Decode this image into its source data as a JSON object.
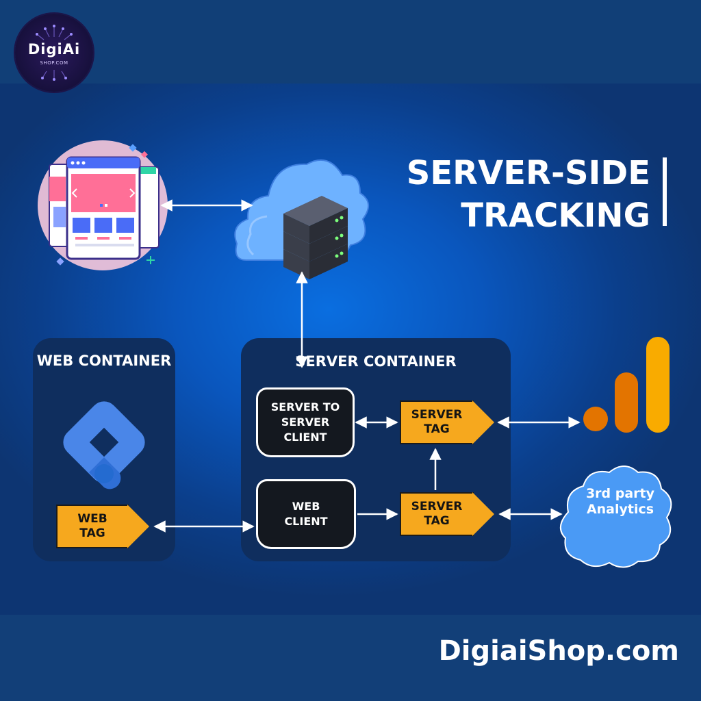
{
  "brand": {
    "logo_name": "DigiAi",
    "logo_sub": "SHOP.COM",
    "footer": "DigiaiShop.com"
  },
  "title": {
    "line1": "SERVER-SIDE",
    "line2": "TRACKING"
  },
  "web_container": {
    "title": "WEB CONTAINER",
    "tag": "WEB TAG"
  },
  "server_container": {
    "title": "SERVER CONTAINER",
    "s2s_client": "SERVER TO SERVER CLIENT",
    "web_client": "WEB CLIENT",
    "server_tag_top": "SERVER TAG",
    "server_tag_bottom": "SERVER TAG"
  },
  "third_party": {
    "label": "3rd party Analytics"
  },
  "icons": [
    "website-mockup-icon",
    "cloud-server-icon",
    "google-tag-manager-icon",
    "google-analytics-icon",
    "cloud-icon"
  ],
  "colors": {
    "accent_orange": "#f6a81e",
    "panel": "#0f2e5e",
    "client": "#14181f",
    "gtm_blue": "#4a86e8",
    "analytics_orange": "#f9ab00"
  }
}
